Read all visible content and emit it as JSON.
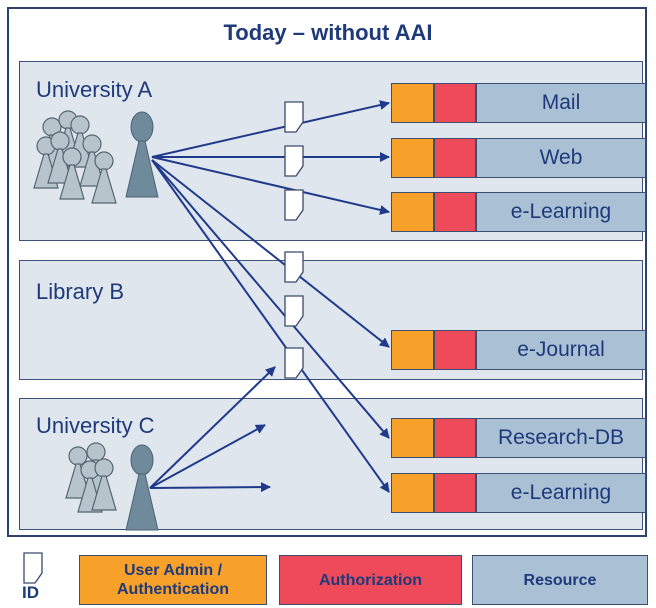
{
  "title": "Today – without AAI",
  "organizations": [
    {
      "name": "University A"
    },
    {
      "name": "Library B"
    },
    {
      "name": "University C"
    }
  ],
  "resources": [
    {
      "name": "Mail"
    },
    {
      "name": "Web"
    },
    {
      "name": "e-Learning"
    },
    {
      "name": "e-Journal"
    },
    {
      "name": "Research-DB"
    },
    {
      "name": "e-Learning"
    }
  ],
  "legend": {
    "id_label": "ID",
    "user_admin_line1": "User Admin /",
    "user_admin_line2": "Authentication",
    "authorization": "Authorization",
    "resource": "Resource"
  },
  "colors": {
    "user_admin": "#f7a12a",
    "authorization": "#ef4a5a",
    "resource": "#a9c0d5",
    "panel": "#dfe6ee",
    "arrow": "#1f3a8a",
    "person": "#6f8a9a"
  }
}
